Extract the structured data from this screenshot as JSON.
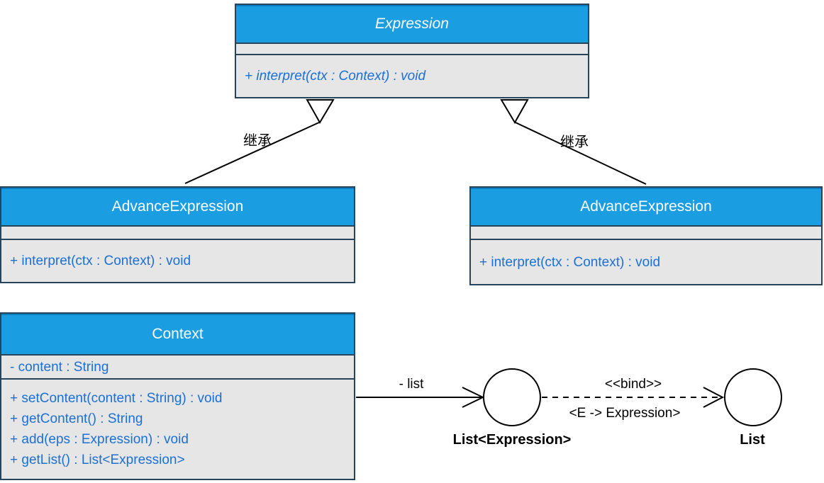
{
  "diagram": {
    "classes": {
      "expression": {
        "title": "Expression",
        "abstract": true,
        "attributes": [],
        "methods": [
          "+ interpret(ctx : Context) : void"
        ]
      },
      "advance_left": {
        "title": "AdvanceExpression",
        "attributes": [],
        "methods": [
          "+ interpret(ctx : Context) : void"
        ]
      },
      "advance_right": {
        "title": "AdvanceExpression",
        "attributes": [],
        "methods": [
          "+ interpret(ctx : Context) : void"
        ]
      },
      "context": {
        "title": "Context",
        "attributes": [
          "- content : String"
        ],
        "methods": [
          "+ setContent(content : String) : void",
          "+ getContent() : String",
          "+ add(eps : Expression) : void",
          "+ getList() : List<Expression>"
        ]
      }
    },
    "connectors": {
      "inherit_left_label": "继承",
      "inherit_right_label": "继承",
      "list_role_label": "- list",
      "bind_stereotype": "<<bind>>",
      "bind_params": "<E -> Expression>"
    },
    "interfaces": {
      "list_expression_label": "List<Expression>",
      "list_label": "List"
    },
    "colors": {
      "header_bg": "#1b9de2",
      "header_border": "#0d7dc1",
      "section_bg": "#e6e6e6",
      "box_border": "#26455c",
      "member_text": "#1b70d3",
      "title_text": "#ffffff",
      "line": "#000000"
    }
  }
}
